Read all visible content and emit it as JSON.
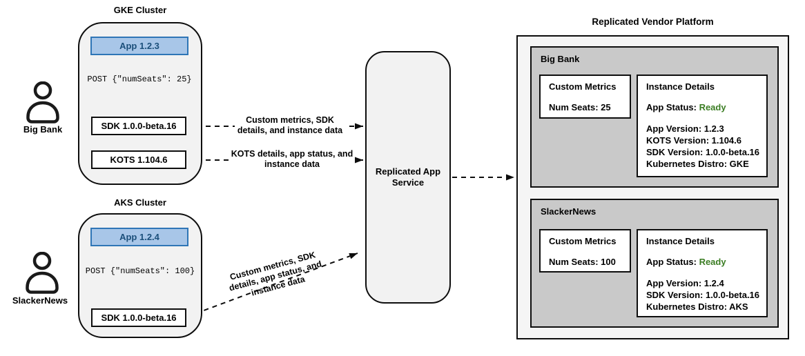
{
  "users": [
    {
      "label": "Big Bank"
    },
    {
      "label": "SlackerNews"
    }
  ],
  "clusters": [
    {
      "title": "GKE Cluster",
      "app_label": "App 1.2.3",
      "post_request": "POST {\"numSeats\": 25}",
      "sdk_label": "SDK 1.0.0-beta.16",
      "kots_label": "KOTS 1.104.6"
    },
    {
      "title": "AKS Cluster",
      "app_label": "App 1.2.4",
      "post_request": "POST {\"numSeats\": 100}",
      "sdk_label": "SDK 1.0.0-beta.16"
    }
  ],
  "service": {
    "label": "Replicated App Service"
  },
  "flows": [
    {
      "label": "Custom metrics, SDK details, and instance data"
    },
    {
      "label": "KOTS details, app status, and instance data"
    },
    {
      "label": "Custom metrics, SDK details, app status, and instance data"
    }
  ],
  "platform": {
    "title": "Replicated Vendor Platform",
    "tenants": [
      {
        "name": "Big Bank",
        "custom_metrics": {
          "title": "Custom Metrics",
          "metric": "Num Seats: 25"
        },
        "instance_details": {
          "title": "Instance Details",
          "app_status_label": "App Status: ",
          "app_status_value": "Ready",
          "details": [
            "App Version: 1.2.3",
            "KOTS Version: 1.104.6",
            "SDK Version: 1.0.0-beta.16",
            "Kubernetes Distro: GKE"
          ]
        }
      },
      {
        "name": "SlackerNews",
        "custom_metrics": {
          "title": "Custom Metrics",
          "metric": "Num Seats: 100"
        },
        "instance_details": {
          "title": "Instance Details",
          "app_status_label": "App Status: ",
          "app_status_value": "Ready",
          "details": [
            "App Version: 1.2.4",
            "SDK Version: 1.0.0-beta.16",
            "Kubernetes Distro: AKS"
          ]
        }
      }
    ]
  },
  "colors": {
    "app_fill": "#a8c6e8",
    "app_border": "#2e75b6",
    "app_text": "#1b4f7a",
    "cluster_fill": "#f2f2f2",
    "platform_fill": "#f5f5f5",
    "tenant_fill": "#c9c9c9",
    "status_ready_green": "#3b7d23",
    "line_black": "#000000"
  }
}
